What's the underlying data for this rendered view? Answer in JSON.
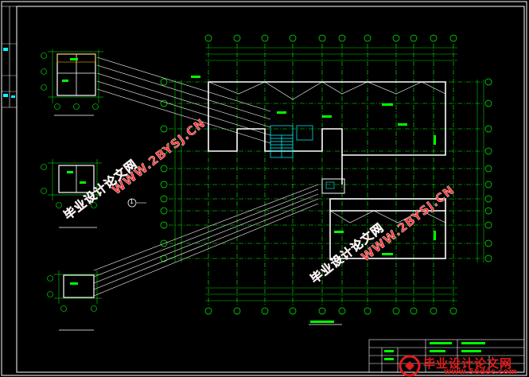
{
  "watermarks": {
    "site_name": "毕业设计论文网",
    "site_url": "WWW.2BYSJ.CN"
  },
  "logo": {
    "site_name": "毕业设计论文网",
    "site_url": "www.56doc.com"
  },
  "drawing": {
    "section_marker_number": "1"
  },
  "colors": {
    "background": "#000000",
    "grid_axis": "#00ff00",
    "walls": "#ffffff",
    "dimensions": "#00cc00",
    "frame": "#ffffff",
    "watermark": "#ff3a3a",
    "logo": "#e21b1b"
  }
}
